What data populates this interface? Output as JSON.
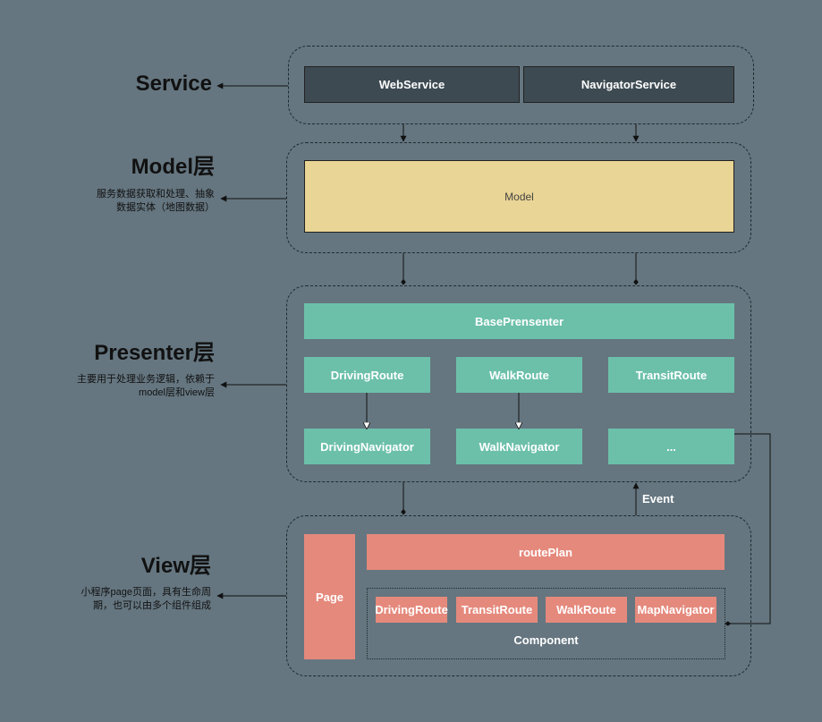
{
  "layers": {
    "service": {
      "title": "Service",
      "desc": ""
    },
    "model": {
      "title": "Model层",
      "desc": "服务数据获取和处理、抽象数据实体（地图数据）"
    },
    "presenter": {
      "title": "Presenter层",
      "desc": "主要用于处理业务逻辑，依赖于model层和view层"
    },
    "view": {
      "title": "View层",
      "desc": "小程序page页面，具有生命周期，也可以由多个组件组成"
    }
  },
  "service": {
    "web": "WebService",
    "navigator": "NavigatorService"
  },
  "model": {
    "label": "Model"
  },
  "presenter": {
    "base": "BasePrensenter",
    "routes": [
      "DrivingRoute",
      "WalkRoute",
      "TransitRoute"
    ],
    "navigators": [
      "DrivingNavigator",
      "WalkNavigator",
      "..."
    ]
  },
  "view": {
    "page": "Page",
    "route_plan": "routePlan",
    "components": [
      "DrivingRoute",
      "TransitRoute",
      "WalkRoute",
      "MapNavigator"
    ],
    "component_label": "Component"
  },
  "edges": {
    "event": "Event"
  },
  "colors": {
    "background": "#657680",
    "service_box": "#3d4a52",
    "model_box": "#e9d595",
    "presenter_box": "#6cc0aa",
    "view_box": "#e5897c"
  }
}
